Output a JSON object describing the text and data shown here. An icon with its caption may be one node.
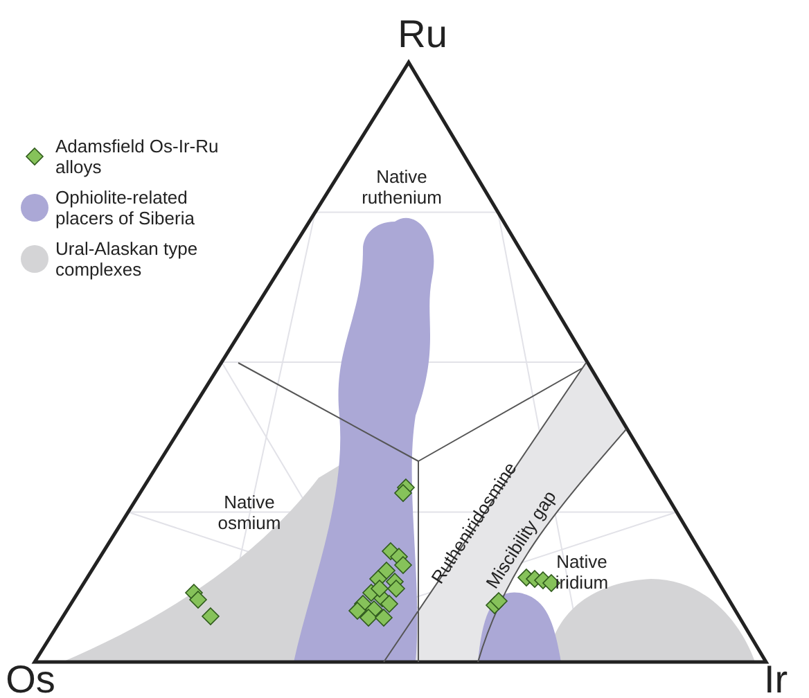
{
  "diagram": {
    "labels": [
      "Ru",
      "Native ruthenium",
      "Native osmium",
      "Rutheniridosmine",
      "Miscibility gap",
      "Native iridium",
      "Os",
      "Ir"
    ],
    "legend": [
      {
        "text": "Adamsfield Os-Ir-Ru alloys"
      },
      {
        "text": "Ophiolite-related placers of Siberia",
        "color": "#aba8d6"
      },
      {
        "text": "Ural-Alaskan type complexes",
        "color": "#d4d4d6"
      }
    ]
  }
}
